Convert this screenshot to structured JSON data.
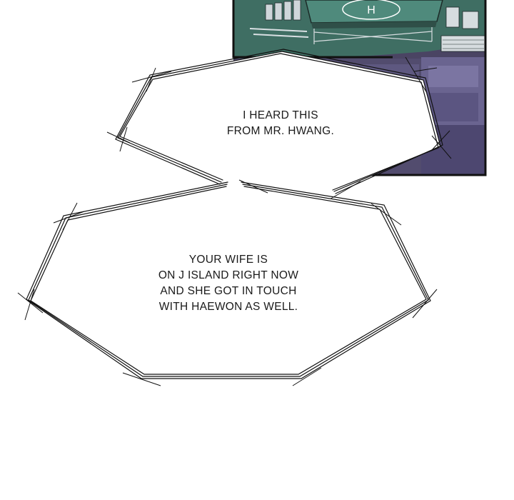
{
  "bubbles": {
    "top": {
      "lines": [
        "I HEARD THIS",
        "FROM MR. HWANG."
      ]
    },
    "bottom": {
      "lines": [
        "YOUR WIFE IS",
        "ON J ISLAND RIGHT NOW",
        "AND SHE GOT IN TOUCH",
        "WITH HAEWON AS WELL."
      ]
    }
  },
  "panel": {
    "icons": [
      "helipad-icon"
    ],
    "helipad_mark": "H"
  },
  "colors": {
    "panel_border": "#111111",
    "building_dark": "#3a3550",
    "building_mid": "#5a5478",
    "roof_green": "#3f6e63",
    "helipad": "#4f8a7c",
    "background": "#ffffff",
    "text": "#1a1a1a"
  }
}
